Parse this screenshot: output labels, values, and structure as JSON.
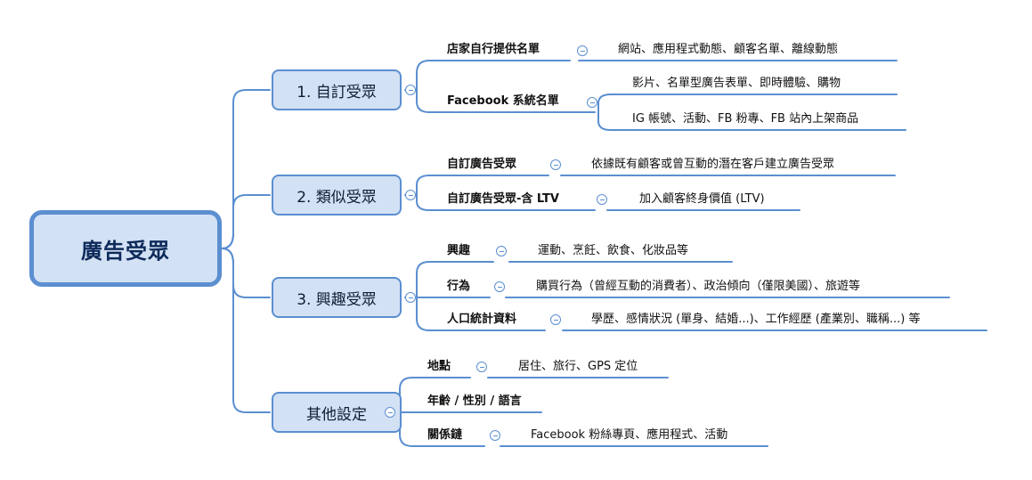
{
  "mindmap": {
    "root": "廣告受眾",
    "branches": [
      {
        "label": "1. 自訂受眾",
        "topics": [
          {
            "label": "店家自行提供名單",
            "details": [
              "網站、應用程式動態、顧客名單、離線動態"
            ]
          },
          {
            "label": "Facebook 系統名單",
            "details": [
              "影片、名單型廣告表單、即時體驗、購物",
              "IG 帳號、活動、FB 粉專、FB 站內上架商品"
            ]
          }
        ]
      },
      {
        "label": "2. 類似受眾",
        "topics": [
          {
            "label": "自訂廣告受眾",
            "details": [
              "依據既有顧客或曾互動的潛在客戶建立廣告受眾"
            ]
          },
          {
            "label": "自訂廣告受眾-含 LTV",
            "details": [
              "加入顧客終身價值 (LTV)"
            ]
          }
        ]
      },
      {
        "label": "3. 興趣受眾",
        "topics": [
          {
            "label": "興趣",
            "details": [
              "運動、烹飪、飲食、化妝品等"
            ]
          },
          {
            "label": "行為",
            "details": [
              "購買行為（曾經互動的消費者）、政治傾向（僅限美國）、旅遊等"
            ]
          },
          {
            "label": "人口統計資料",
            "details": [
              "學歷、感情狀況 (單身、結婚...)、工作經歷 (產業別、職稱...) 等"
            ]
          }
        ]
      },
      {
        "label": "其他設定",
        "topics": [
          {
            "label": "地點",
            "details": [
              "居住、旅行、GPS 定位"
            ]
          },
          {
            "label": "年齡 / 性別 / 語言",
            "details": []
          },
          {
            "label": "關係鏈",
            "details": [
              "Facebook 粉絲專頁、應用程式、活動"
            ]
          }
        ]
      }
    ]
  },
  "colors": {
    "line": "#5b8fd0",
    "node_fill": "#d3e1f4",
    "root_text": "#0d2a5a"
  },
  "icons": {
    "collapse": "minus-circle-icon"
  }
}
